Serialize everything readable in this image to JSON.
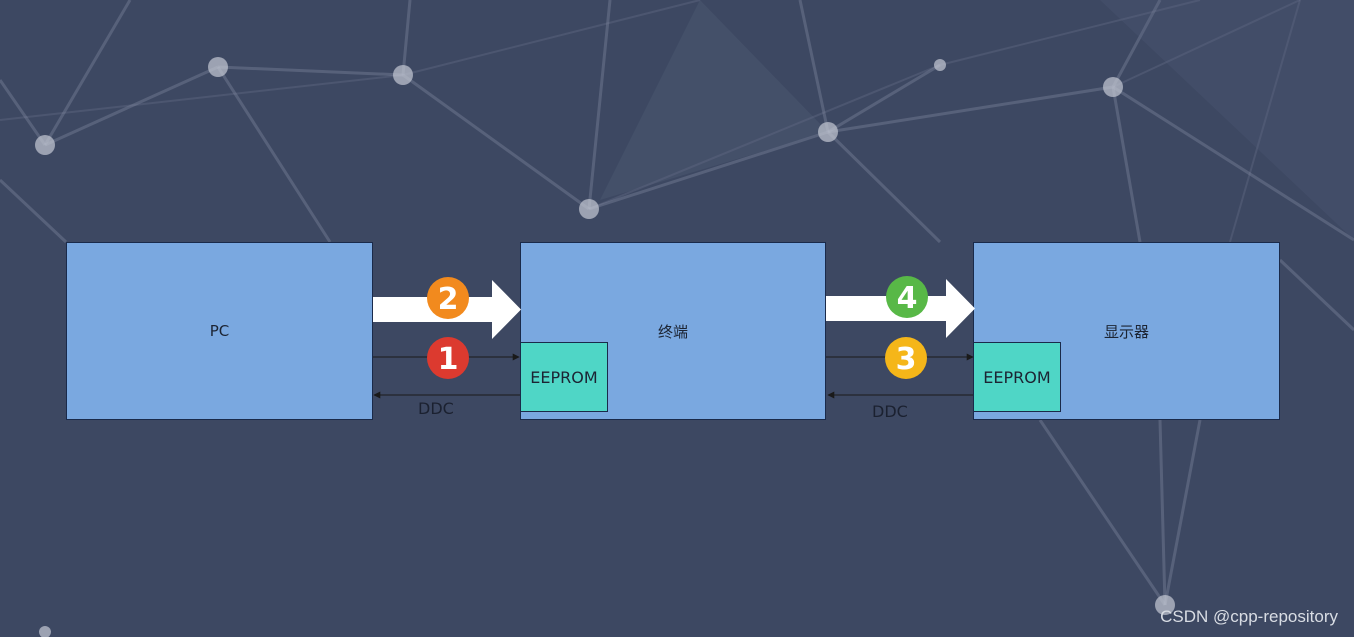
{
  "diagram": {
    "pc": {
      "label": "PC"
    },
    "terminal": {
      "label": "终端",
      "chip_label": "EEPROM"
    },
    "display": {
      "label": "显示器",
      "chip_label": "EEPROM"
    },
    "link_left": {
      "ddc_label": "DDC",
      "steps": [
        "2",
        "1"
      ]
    },
    "link_right": {
      "ddc_label": "DDC",
      "steps": [
        "4",
        "3"
      ]
    }
  },
  "colors": {
    "background": "#3d4862",
    "box_fill": "#7aa8e0",
    "eeprom_fill": "#4fd6c6",
    "step_1": "#dc3a2f",
    "step_2": "#f28a1e",
    "step_3": "#f5b619",
    "step_4": "#58b847"
  },
  "watermark": "CSDN @cpp-repository"
}
